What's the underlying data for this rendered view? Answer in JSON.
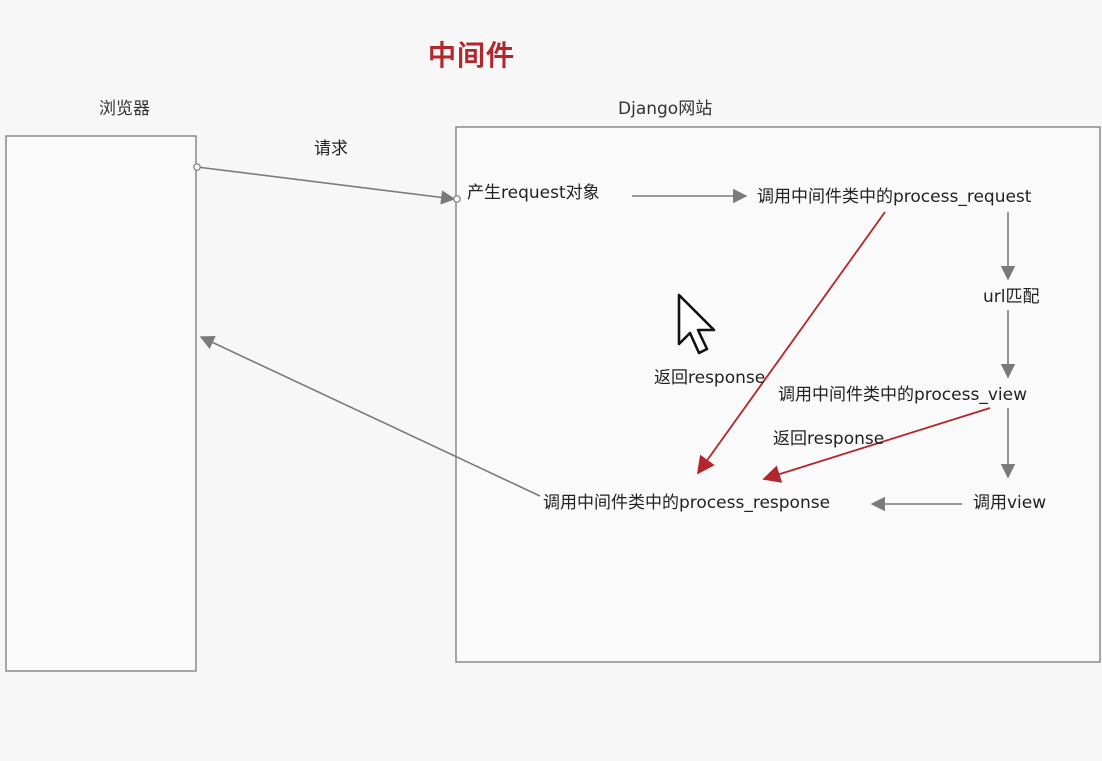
{
  "title": "中间件",
  "browser": {
    "label": "浏览器"
  },
  "site": {
    "label": "Django网站"
  },
  "edges": {
    "request": "请求"
  },
  "nodes": {
    "create_request": "产生request对象",
    "process_request": "调用中间件类中的process_request",
    "url_match": "url匹配",
    "process_view": "调用中间件类中的process_view",
    "call_view": "调用view",
    "process_response": "调用中间件类中的process_response"
  },
  "returns": {
    "from_request": "返回response",
    "from_view": "返回response"
  },
  "colors": {
    "title": "#b3262c",
    "return_arrow": "#b3262c",
    "flow_arrow": "#7a7a7a",
    "box_border": "#8a8a8a"
  },
  "icons": [
    "mouse-cursor-icon"
  ]
}
